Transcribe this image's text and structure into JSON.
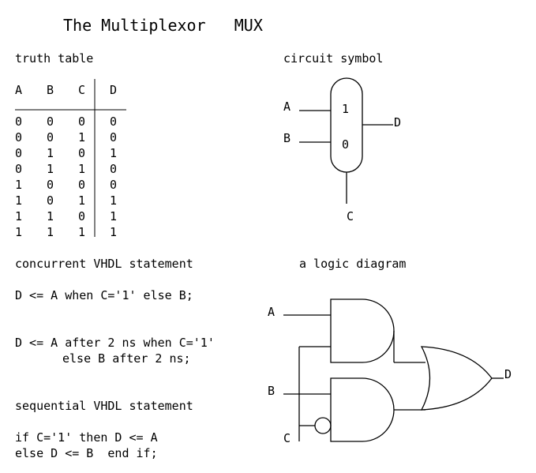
{
  "title": "The Multiplexor   MUX",
  "truth_table": {
    "heading": "truth table",
    "columns": [
      "A",
      "B",
      "C",
      "D"
    ],
    "rows": [
      [
        "0",
        "0",
        "0",
        "0"
      ],
      [
        "0",
        "0",
        "1",
        "0"
      ],
      [
        "0",
        "1",
        "0",
        "1"
      ],
      [
        "0",
        "1",
        "1",
        "0"
      ],
      [
        "1",
        "0",
        "0",
        "0"
      ],
      [
        "1",
        "0",
        "1",
        "1"
      ],
      [
        "1",
        "1",
        "0",
        "1"
      ],
      [
        "1",
        "1",
        "1",
        "1"
      ]
    ]
  },
  "circuit_symbol": {
    "heading": "circuit symbol",
    "input_a": "A",
    "input_b": "B",
    "output": "D",
    "select": "C",
    "in_1": "1",
    "in_0": "0"
  },
  "concurrent": {
    "heading": "concurrent VHDL statement",
    "statement1": "D <= A when C='1' else B;",
    "statement2_line1": "D <= A after 2 ns when C='1'",
    "statement2_line2": "else B after 2 ns;"
  },
  "sequential": {
    "heading": "sequential VHDL statement",
    "line1": "if C='1' then D <= A",
    "line2": "else D <= B  end if;"
  },
  "logic_diagram": {
    "heading": "a logic diagram",
    "input_a": "A",
    "input_b": "B",
    "input_c": "C",
    "output": "D"
  }
}
